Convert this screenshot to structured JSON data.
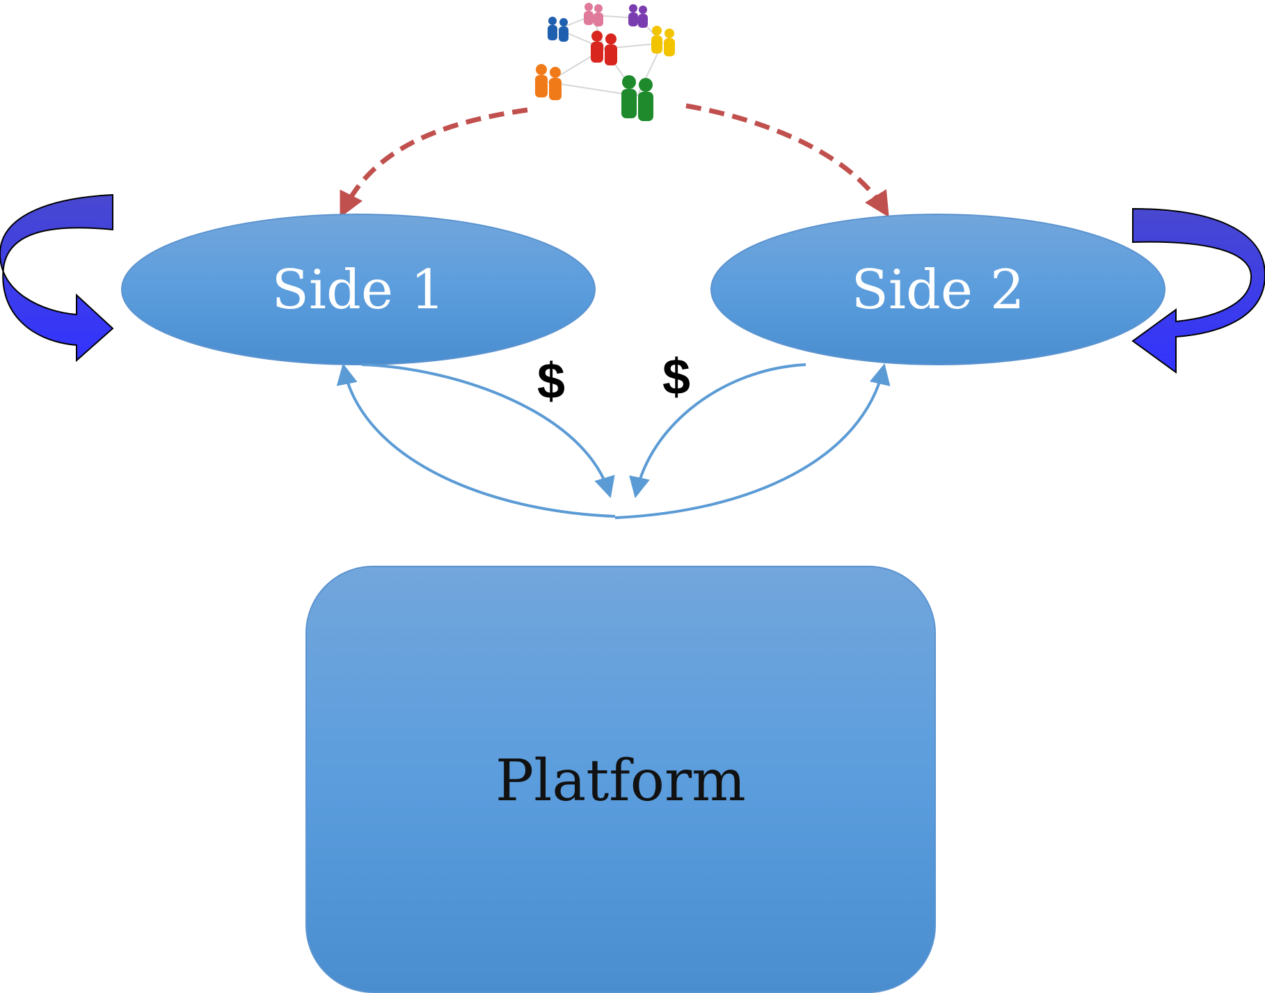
{
  "nodes": {
    "side1": "Side 1",
    "side2": "Side 2",
    "platform": "Platform"
  },
  "money": {
    "left": "$",
    "right": "$"
  },
  "icons": {
    "community": "people-network-icon"
  },
  "colors": {
    "node_top": "#72a6dc",
    "node_bottom": "#4a8ed0",
    "node_stroke": "#5b93cf",
    "flow_arrow": "#5b9bd5",
    "dashed_arrow": "#c0504d",
    "loop_arrow": "#3f3fdc"
  }
}
